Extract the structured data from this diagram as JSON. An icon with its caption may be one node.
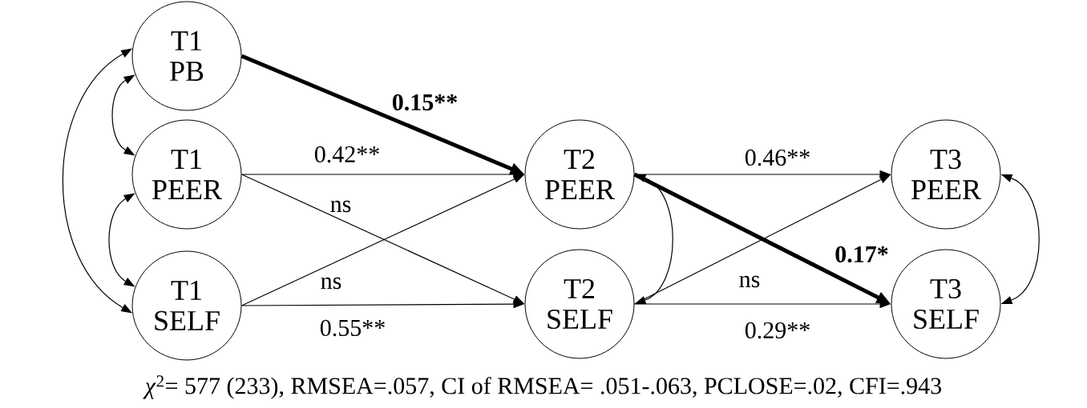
{
  "diagram": {
    "caption": "*χ*$^{2}$= 577 (233), RMSEA=.057, CI of RMSEA= .051-.063, PCLOSE=.02, CFI=.943",
    "nodes": [
      {
        "text": [
          "T1",
          "PB"
        ]
      },
      {
        "text": [
          "T1",
          "PEER"
        ]
      },
      {
        "text": [
          "T1",
          "SELF"
        ]
      },
      {
        "text": [
          "T2",
          "PEER"
        ]
      },
      {
        "text": [
          "T2",
          "SELF"
        ]
      },
      {
        "text": [
          "T3",
          "PEER"
        ]
      },
      {
        "text": [
          "T3",
          "SELF"
        ]
      }
    ],
    "edges": [
      {
        "from": 0,
        "to": 3,
        "arrow": "to",
        "label": "0.15**",
        "style": "thick"
      },
      {
        "from": 1,
        "to": 3,
        "arrow": "to",
        "label": "0.42**"
      },
      {
        "from": 1,
        "to": 4,
        "arrow": "to",
        "label": "ns"
      },
      {
        "from": 2,
        "to": 3,
        "arrow": "to",
        "label": "ns"
      },
      {
        "from": 2,
        "to": 4,
        "arrow": "to",
        "label": "0.55**"
      },
      {
        "from": 3,
        "to": 5,
        "arrow": "to",
        "label": "0.46**"
      },
      {
        "from": 3,
        "to": 6,
        "arrow": "to",
        "label": "0.17*",
        "style": "thick"
      },
      {
        "from": 4,
        "to": 5,
        "arrow": "to",
        "label": "ns"
      },
      {
        "from": 4,
        "to": 6,
        "arrow": "to",
        "label": "0.29**"
      },
      {
        "from": 0,
        "to": 1,
        "arrow": "both"
      },
      {
        "from": 0,
        "to": 2,
        "arrow": "both"
      },
      {
        "from": 1,
        "to": 2,
        "arrow": "both"
      },
      {
        "from": 3,
        "to": 4,
        "arrow": "both"
      },
      {
        "from": 5,
        "to": 6,
        "arrow": "both"
      }
    ]
  }
}
